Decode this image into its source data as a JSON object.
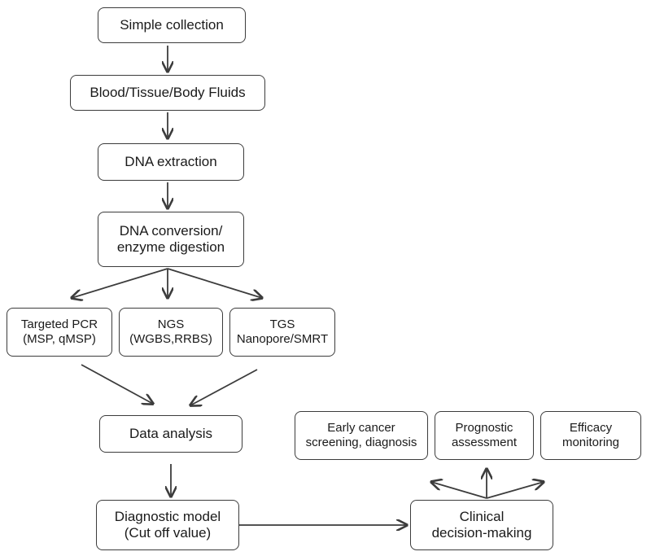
{
  "diagram": {
    "steps": {
      "simple_collection": "Simple collection",
      "sample_types": "Blood/Tissue/Body Fluids",
      "dna_extraction": "DNA extraction",
      "dna_conversion": "DNA conversion/\nenzyme digestion",
      "targeted_pcr": "Targeted PCR\n(MSP, qMSP)",
      "ngs": "NGS\n(WGBS,RRBS)",
      "tgs": "TGS\nNanopore/SMRT",
      "data_analysis": "Data analysis",
      "diagnostic_model": "Diagnostic model\n(Cut off value)",
      "clinical_decision": "Clinical\ndecision-making",
      "early_screening": "Early cancer\nscreening, diagnosis",
      "prognostic": "Prognostic\nassessment",
      "efficacy": "Efficacy\nmonitoring"
    },
    "colors": {
      "stroke": "#3c3c3c",
      "text": "#1a1a1a",
      "background": "#ffffff"
    }
  }
}
